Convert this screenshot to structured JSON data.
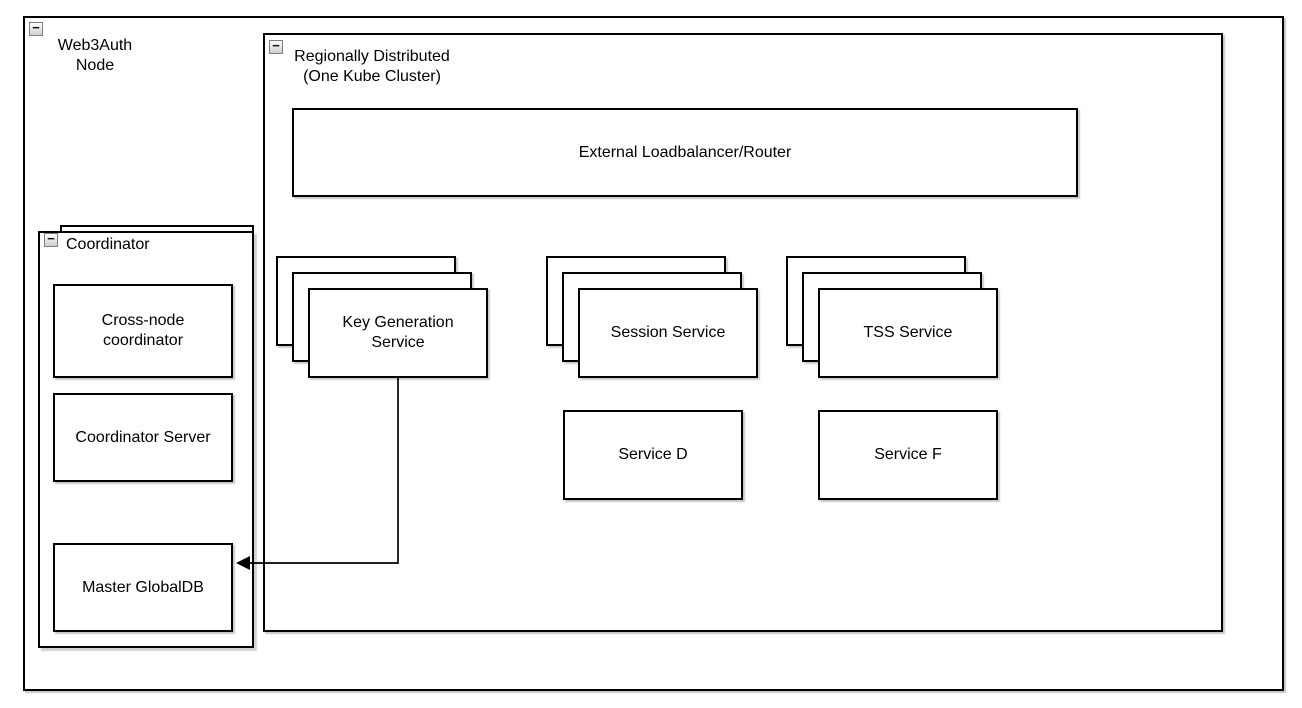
{
  "diagram_type": "architecture-diagram",
  "colors": {
    "stroke": "#000000",
    "fill": "#ffffff",
    "shadow": "rgba(0,0,0,0.22)"
  },
  "web3auth_node": {
    "label": "Web3Auth\nNode",
    "collapse_glyph": "−"
  },
  "coordinator": {
    "label": "Coordinator",
    "collapse_glyph": "−",
    "children": [
      {
        "label": "Cross-node\ncoordinator"
      },
      {
        "label": "Coordinator Server"
      },
      {
        "label": "Master GlobalDB"
      }
    ]
  },
  "region": {
    "label": "Regionally Distributed\n(One Kube Cluster)",
    "collapse_glyph": "−",
    "loadbalancer_label": "External Loadbalancer/Router",
    "stacked_services": [
      {
        "label": "Key Generation\nService",
        "replicas": 3
      },
      {
        "label": "Session Service",
        "replicas": 3
      },
      {
        "label": "TSS Service",
        "replicas": 3
      }
    ],
    "single_services": [
      {
        "label": "Service D"
      },
      {
        "label": "Service F"
      }
    ]
  },
  "edges": [
    {
      "from": "Key Generation Service",
      "to": "Master GlobalDB",
      "style": "orthogonal",
      "arrowhead": "target"
    }
  ]
}
